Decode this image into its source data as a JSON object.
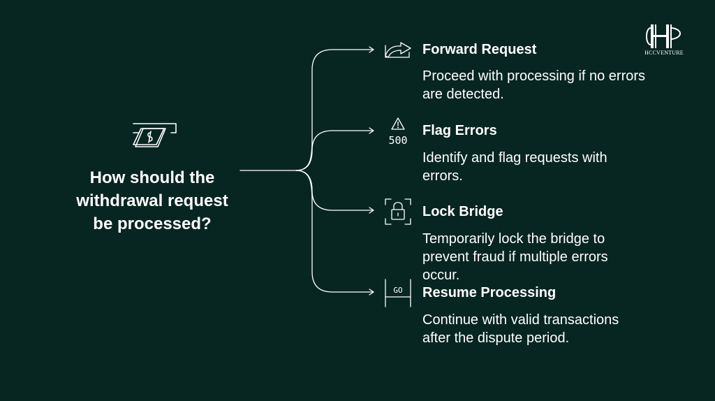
{
  "question": "How should the withdrawal request be processed?",
  "logo_text": "HCCVENTURE",
  "branches": [
    {
      "title": "Forward Request",
      "description": "Proceed with processing if no errors are detected.",
      "icon": "forward-arrow-icon"
    },
    {
      "title": "Flag Errors",
      "description": "Identify and flag requests with errors.",
      "icon": "warning-500-icon",
      "icon_label": "500"
    },
    {
      "title": "Lock Bridge",
      "description": "Temporarily lock the bridge to prevent fraud if multiple errors occur.",
      "icon": "lock-icon"
    },
    {
      "title": "Resume Processing",
      "description": "Continue with valid transactions after the dispute period.",
      "icon": "go-sign-icon",
      "icon_label": "GO"
    }
  ],
  "colors": {
    "background": "#082621",
    "foreground": "#ffffff"
  }
}
